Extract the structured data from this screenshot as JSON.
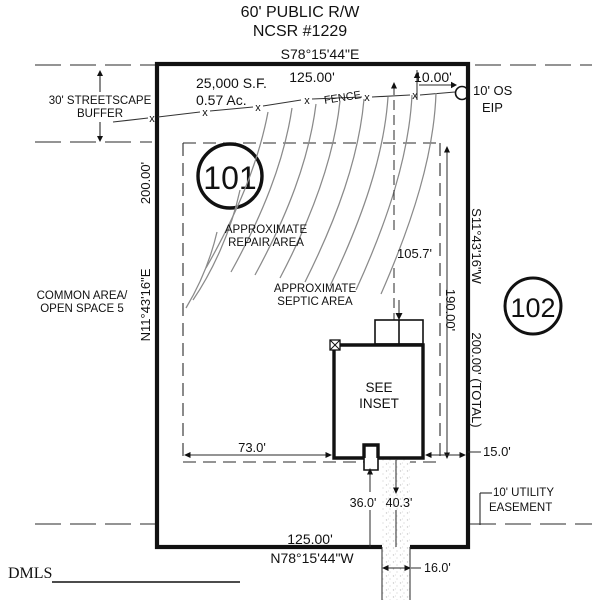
{
  "drawing": {
    "type": "survey-plat",
    "sheet_label": "DMLS",
    "right_of_way": {
      "line1": "60' PUBLIC R/W",
      "line2": "NCSR #1229"
    },
    "boundary": {
      "north": {
        "bearing": "S78°15'44\"E",
        "distance": "125.00'"
      },
      "south": {
        "bearing": "N78°15'44\"W",
        "distance": "125.00'"
      },
      "west": {
        "bearing": "N11°43'16\"E",
        "distance": "200.00'"
      },
      "east": {
        "bearing": "S11°43'16\"W",
        "distance": "200.00' (TOTAL)"
      }
    },
    "lots": [
      {
        "number": "101",
        "area_sf": "25,000 S.F.",
        "area_ac": "0.57 Ac."
      },
      {
        "number": "102"
      }
    ],
    "labels": {
      "streetscape_buffer": {
        "line1": "30' STREETSCAPE",
        "line2": "BUFFER"
      },
      "common_area": {
        "line1": "COMMON AREA/",
        "line2": "OPEN SPACE 5"
      },
      "repair_area": {
        "line1": "APPROXIMATE",
        "line2": "REPAIR AREA"
      },
      "septic_area": {
        "line1": "APPROXIMATE",
        "line2": "SEPTIC AREA"
      },
      "utility_easement": {
        "line1": "10' UTILITY",
        "line2": "EASEMENT"
      },
      "eip_marker": {
        "line1": "10' OS",
        "line2": "EIP"
      },
      "fence": "FENCE",
      "house": {
        "line1": "SEE",
        "line2": "INSET"
      }
    },
    "dimensions": {
      "top_offset": "10.00'",
      "east_inner": "190.00'",
      "septic_depth": "105.7'",
      "house_setback_west": "73.0'",
      "house_setback_east": "15.0'",
      "drive_width": "36.0'",
      "drive_length": "40.3'",
      "drive_bottom": "16.0'"
    },
    "fence_markers": [
      "x",
      "x",
      "x",
      "x",
      "x",
      "x"
    ],
    "colors": {
      "ink": "#111111",
      "line": "#1a1a1a",
      "hatch": "#8a8a8a",
      "dash": "#2a2a2a",
      "gravel": "#bdbdbd"
    }
  }
}
